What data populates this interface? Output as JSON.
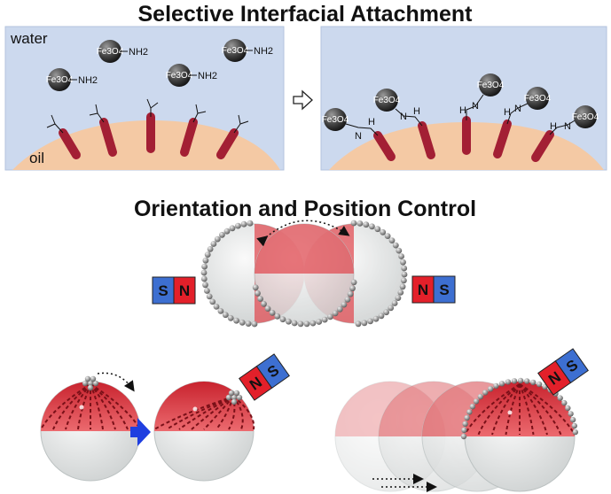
{
  "headings": {
    "top": "Selective Interfacial Attachment",
    "middle": "Orientation and Position Control"
  },
  "phases": {
    "water": "water",
    "oil": "oil"
  },
  "particle": {
    "core": "Fe3O4",
    "group": "NH2"
  },
  "magnet": {
    "south": "S",
    "north": "N"
  },
  "colors": {
    "water": "#ccd9ee",
    "oil": "#f4c9a4",
    "rod": "#a31f34",
    "hemisphere": "#e0484f",
    "arrow": "#1f3fe0",
    "magnet_south": "#3d6fd1",
    "magnet_north": "#e3202a"
  }
}
